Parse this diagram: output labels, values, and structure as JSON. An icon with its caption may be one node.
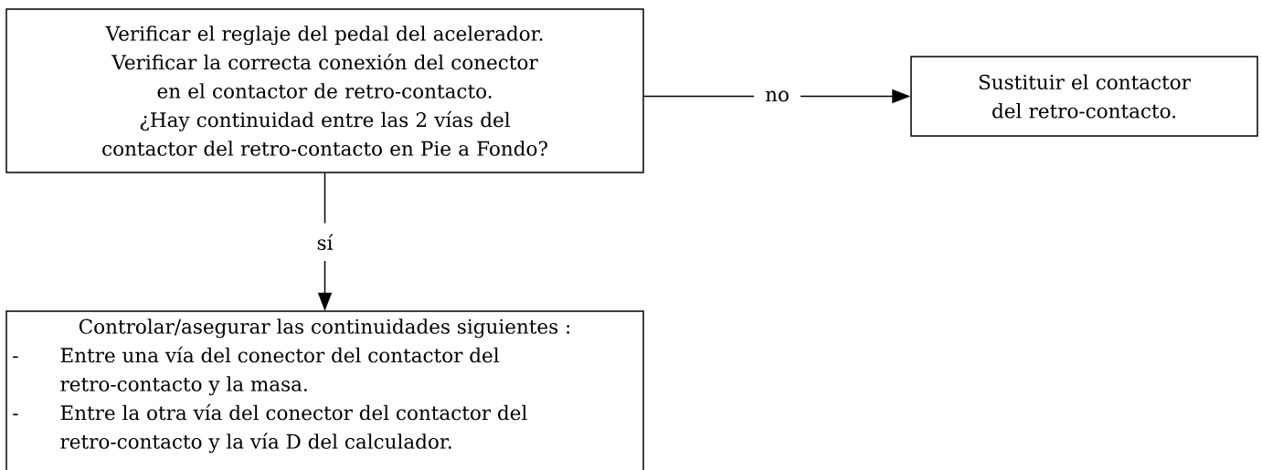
{
  "diagram": {
    "nodes": [
      {
        "text": [
          "Verificar el reglaje del pedal del acelerador.",
          "Verificar la correcta conexión del conector en el contactor de retro-contacto.",
          "¿Hay continuidad entre las 2 vías del contactor del retro-contacto en Pie a Fondo?"
        ]
      },
      {
        "text": [
          "Sustituir el contactor del retro-contacto."
        ]
      },
      {
        "text": [
          "Controlar/asegurar las continuidades siguientes :",
          "-",
          "Entre una vía del conector del contactor del retro-contacto y la masa.",
          "-",
          "Entre la otra vía del conector del contactor del retro-contacto y la vía D del calculador."
        ]
      }
    ],
    "edges": [
      {
        "from": 0,
        "to": 1,
        "arrow": "to",
        "label": "no"
      },
      {
        "from": 0,
        "to": 2,
        "arrow": "to",
        "label": "sí"
      }
    ]
  }
}
